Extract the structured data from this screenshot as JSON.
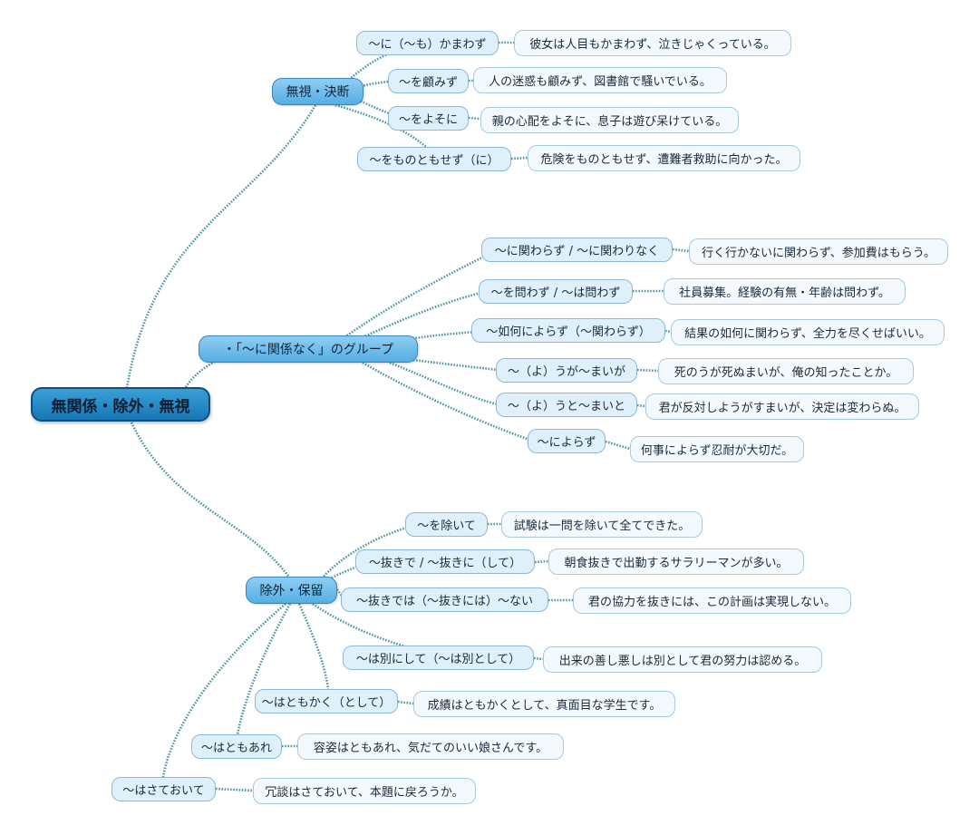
{
  "root": {
    "label": "無関係・除外・無視"
  },
  "groups": [
    {
      "label": "無視・決断",
      "items": [
        {
          "pattern": "～に（～も）かまわず",
          "example": "彼女は人目もかまわず、泣きじゃくっている。"
        },
        {
          "pattern": "～を顧みず",
          "example": "人の迷惑も顧みず、図書館で騒いでいる。"
        },
        {
          "pattern": "～をよそに",
          "example": "親の心配をよそに、息子は遊び呆けている。"
        },
        {
          "pattern": "～をものともせず（に）",
          "example": "危険をものともせず、遭難者救助に向かった。"
        }
      ]
    },
    {
      "label": "・「～に関係なく」のグループ",
      "items": [
        {
          "pattern": "～に関わらず / ～に関わりなく",
          "example": "行く行かないに関わらず、参加費はもらう。"
        },
        {
          "pattern": "～を問わず / ～は問わず",
          "example": "社員募集。経験の有無・年齢は問わず。"
        },
        {
          "pattern": "～如何によらず（～関わらず）",
          "example": "結果の如何に関わらず、全力を尽くせばいい。"
        },
        {
          "pattern": "～（よ）うが～まいが",
          "example": "死のうが死ぬまいが、俺の知ったことか。"
        },
        {
          "pattern": "～（よ）うと～まいと",
          "example": "君が反対しようがすまいが、決定は変わらぬ。"
        },
        {
          "pattern": "～によらず",
          "example": "何事によらず忍耐が大切だ。"
        }
      ]
    },
    {
      "label": "除外・保留",
      "items": [
        {
          "pattern": "～を除いて",
          "example": "試験は一問を除いて全てできた。"
        },
        {
          "pattern": "～抜きで / ～抜きに（して）",
          "example": "朝食抜きで出勤するサラリーマンが多い。"
        },
        {
          "pattern": "～抜きでは（～抜きには）～ない",
          "example": "君の協力を抜きには、この計画は実現しない。"
        },
        {
          "pattern": "～は別にして（～は別として）",
          "example": "出来の善し悪しは別として君の努力は認める。"
        },
        {
          "pattern": "～はともかく（として）",
          "example": "成績はともかくとして、真面目な学生です。"
        },
        {
          "pattern": "～はともあれ",
          "example": "容姿はともあれ、気だてのいい娘さんです。"
        },
        {
          "pattern": "～はさておいて",
          "example": "冗談はさておいて、本題に戻ろうか。"
        }
      ]
    }
  ]
}
